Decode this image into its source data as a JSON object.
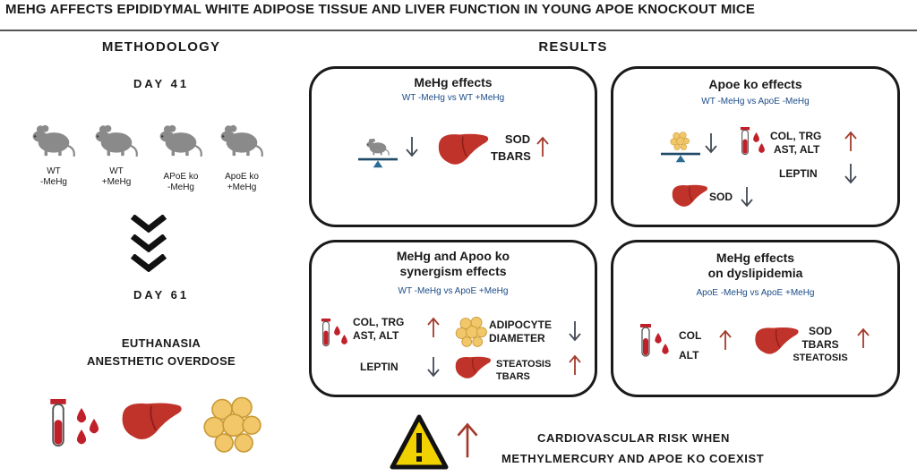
{
  "title": "MEHG AFFECTS EPIDIDYMAL WHITE ADIPOSE  TISSUE AND LIVER FUNCTION IN YOUNG APOE KNOCKOUT MICE",
  "methodology": {
    "header": "METHODOLOGY",
    "day_start": "DAY 41",
    "groups": [
      {
        "line1": "WT",
        "line2": "-MeHg"
      },
      {
        "line1": "WT",
        "line2": "+MeHg"
      },
      {
        "line1": "APoE ko",
        "line2": "-MeHg"
      },
      {
        "line1": "ApoE ko",
        "line2": "+MeHg"
      }
    ],
    "day_end": "DAY 61",
    "euthanasia": "EUTHANASIA",
    "overdose": "ANESTHETIC OVERDOSE"
  },
  "results": {
    "header": "RESULTS",
    "mehg": {
      "title": "MeHg effects",
      "subtitle": "WT -MeHg vs WT +MeHg",
      "markers": [
        "SOD",
        "TBARS"
      ]
    },
    "apoe": {
      "title": "Apoe ko effects",
      "subtitle": "WT -MeHg vs ApoE -MeHg",
      "markers_up_1": "COL, TRG",
      "markers_up_2": "AST, ALT",
      "leptin": "LEPTIN",
      "sod": "SOD"
    },
    "synergism": {
      "title_1": "MeHg and Apoo ko",
      "title_2": "synergism effects",
      "subtitle": "WT -MeHg vs ApoE +MeHg",
      "markers_1": "COL, TRG",
      "markers_2": "AST, ALT",
      "adipo_1": "ADIPOCYTE",
      "adipo_2": "DIAMETER",
      "leptin": "LEPTIN",
      "steatosis": "STEATOSIS",
      "tbars": "TBARS"
    },
    "dyslipidemia": {
      "title_1": "MeHg effects",
      "title_2": "on dyslipidemia",
      "subtitle": "ApoE -MeHg vs ApoE +MeHg",
      "col": "COL",
      "alt": "ALT",
      "sod": "SOD",
      "tbars": "TBARS",
      "steatosis": "STEATOSIS"
    }
  },
  "conclusion": {
    "line1": "CARDIOVASCULAR RISK WHEN",
    "line2": "METHYLMERCURY AND APOE KO COEXIST"
  },
  "icons": [
    "mouse-icon",
    "chevron-down-icon",
    "blood-tube-icon",
    "blood-drop-icon",
    "liver-icon",
    "adipocyte-icon",
    "scale-icon",
    "up-arrow-icon",
    "down-arrow-icon",
    "warning-icon"
  ],
  "colors": {
    "blood": "#c0202a",
    "liver": "#c0332a",
    "up_arrow": "#a33b2c",
    "down_arrow": "#444a55",
    "fat": "#f1c76a",
    "subtitle": "#1a4b87",
    "warning": "#f2d100"
  }
}
